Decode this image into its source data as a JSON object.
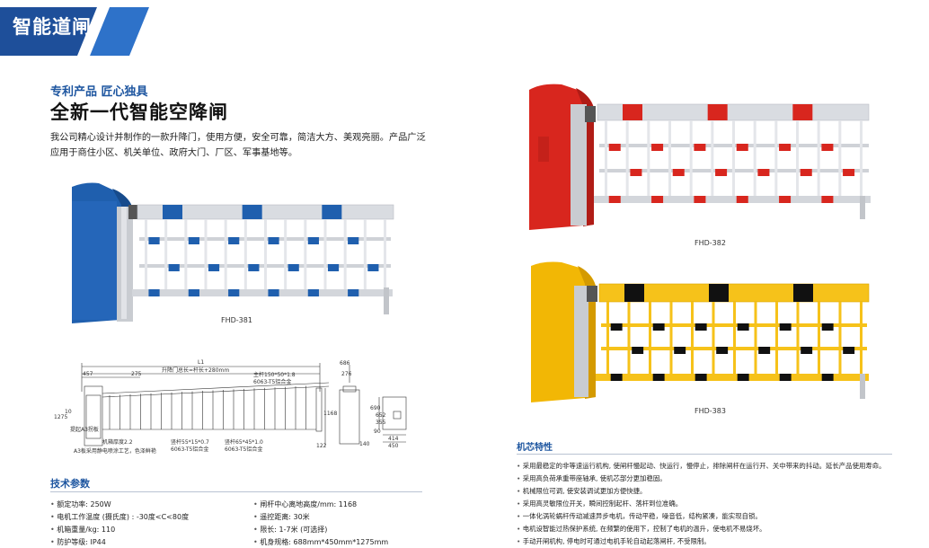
{
  "banner": {
    "title": "智能道闸"
  },
  "intro": {
    "slogan": "专利产品 匠心独具",
    "headline": "全新一代智能空降闸",
    "paragraph": "我公司精心设计并制作的一款升降门，使用方便，安全可靠，简洁大方、美观亮丽。产品广泛应用于商住小区、机关单位、政府大门、厂区、军事基地等。"
  },
  "products": [
    {
      "model": "FHD-381",
      "cabinet_color": "#1f5fae",
      "accent_color": "#1f5fae"
    },
    {
      "model": "FHD-382",
      "cabinet_color": "#d8261e",
      "accent_color": "#d8261e"
    },
    {
      "model": "FHD-383",
      "cabinet_color": "#f2b705",
      "accent_color": "#111111",
      "boom_color": "#f6c21a"
    }
  ],
  "drawing": {
    "L1": "L1",
    "span_note": "升降门总长=杆长+280mm",
    "main_pole": "主杆150*50*1.8",
    "main_alloy": "6063-T5铝合金",
    "lift_pole_note": "提起A3拐板",
    "box_temp": "机箱厚度2.2",
    "box_material": "A3板采用静电喷涂工艺，色泽鲜艳",
    "bar_left": "竖杆55*15*0.7",
    "bar_left_alloy": "6063-T5铝合金",
    "bar_right": "竖杆65*45*1.0",
    "bar_right_alloy": "6063-T5铝合金",
    "dim_457": "457",
    "dim_275": "275",
    "dim_1275": "1275",
    "dim_10": "10",
    "dim_1168": "1168",
    "dim_122": "122",
    "dim_140": "140",
    "dim_686": "686",
    "dim_276": "276",
    "dim_690": "690",
    "dim_652": "652",
    "dim_355": "355",
    "dim_90": "90",
    "dim_414": "414",
    "dim_450": "450"
  },
  "tech": {
    "title": "技术参数",
    "left": [
      "额定功率: 250W",
      "电机工作温度 (摄氏度) : -30度<C<80度",
      "机箱重量/kg: 110",
      "防护等级: IP44"
    ],
    "right": [
      "闸杆中心离地高度/mm: 1168",
      "遥控距离: 30米",
      "限长: 1-7米 (可选择)",
      "机身规格: 688mm*450mm*1275mm"
    ]
  },
  "core": {
    "title": "机芯特性",
    "items": [
      "采用最稳定的非等速运行机构, 使闸杆慢起动、快运行，慢停止，排除闸杆在运行开、关中带来的抖动。延长产品使用寿命。",
      "采用高负荷承重带座轴承, 使机芯部分更加稳固。",
      "机械限位可调, 使安装调试更加方便快捷。",
      "采用高灵敏限位开关，瞬间控制起杆、落杆到位准确。",
      "一体化涡轮蜗杆传动减速异步电机，传动平稳，噪音低，结构紧凑，能实现自锁。",
      "电机设智能过热保护系统, 在频繁的使用下，控制了电机的温升，使电机不易烧坏。",
      "手动开闸机构, 停电时可通过电机手轮自动起落闸杆, 不受限制。"
    ]
  }
}
